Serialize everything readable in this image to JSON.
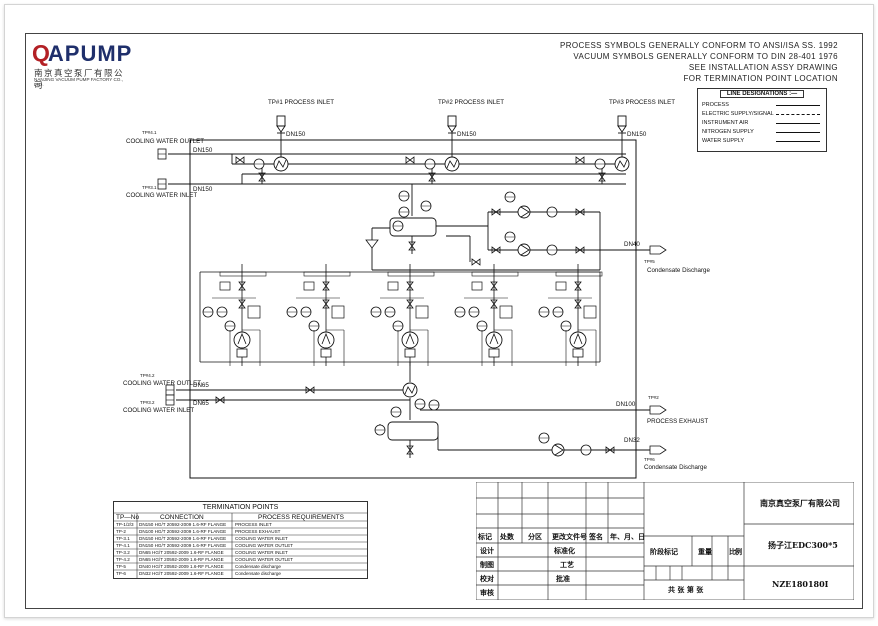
{
  "logo": {
    "mark": "Q",
    "name": "APUMP",
    "cn": "南京真空泵厂有限公司",
    "en": "NANJING VACUUM PUMP FACTORY CO., LTD."
  },
  "notes": {
    "line1": "PROCESS SYMBOLS GENERALLY CONFORM TO ANSI/ISA SS. 1992",
    "line2": "VACUUM SYMBOLS GENERALLY CONFORM TO DIN 28-401 1976",
    "line3": "SEE INSTALLATION ASSY DRAWING",
    "line4": "FOR TERMINATION POINT LOCATION"
  },
  "legend": {
    "title": "LINE DESIGNATIONS :—",
    "rows": [
      "PROCESS",
      "ELECTRIC SUPPLY/SIGNAL",
      "INSTRUMENT AIR",
      "NITROGEN SUPPLY",
      "WATER SUPPLY"
    ]
  },
  "diagram": {
    "inlet1": "TP#1  PROCESS INLET",
    "inlet2": "TP#2  PROCESS INLET",
    "inlet3": "TP#3  PROCESS INLET",
    "dn150": "DN150",
    "tp31": "TP#3.1",
    "tp41": "TP#4.1",
    "tp32": "TP#3.2",
    "tp42": "TP#4.2",
    "cw_outlet": "COOLING WATER OUTLET",
    "cw_inlet": "COOLING WATER INLET",
    "dn65": "DN65",
    "dn40": "DN40",
    "dn100": "DN100",
    "dn32": "DN32",
    "tp5": "TP#5",
    "tp6": "TP#6",
    "tp2": "TP#2",
    "condensate": "Condensate Discharge",
    "exhaust": "PROCESS EXHAUST"
  },
  "termination": {
    "title": "TERMINATION POINTS",
    "headers": [
      "TP—No",
      "CONNECTION",
      "PROCESS REQUIREMENTS"
    ],
    "rows": [
      [
        "TP-1/2/3",
        "DN150 HG/T 20592-2009 1.6-RF FLANGE",
        "PROCESS INLET"
      ],
      [
        "TP-2",
        "DN100 HG/T 20592-2009 1.6-RF FLANGE",
        "PROCESS EXHAUST"
      ],
      [
        "TP-3.1",
        "DN150 HG/T 20592-2009 1.6-RF FLANGE",
        "COOLING WATER INLET"
      ],
      [
        "TP-4.1",
        "DN150 HG/T 20592-2009 1.6-RF FLANGE",
        "COOLING WATER OUTLET"
      ],
      [
        "TP-3.2",
        "DN65 HG/T 20592-2009 1.6-RF FLANGE",
        "COOLING WATER INLET"
      ],
      [
        "TP-4.2",
        "DN65 HG/T 20592-2009 1.6-RF FLANGE",
        "COOLING WATER OUTLET"
      ],
      [
        "TP-5",
        "DN40 HG/T 20592-2009 1.6-RF FLANGE",
        "Condensate discharge"
      ],
      [
        "TP-6",
        "DN32 HG/T 20592-2009 1.6-RF FLANGE",
        "Condensate discharge"
      ]
    ]
  },
  "titleblock": {
    "company": "南京真空泵厂有限公司",
    "product": "扬子江EDC300*5",
    "number": "NZE180180I",
    "c_mark": "标记",
    "c_qty": "处数",
    "c_zone": "分区",
    "c_doc": "更改文件号",
    "c_sign": "签名",
    "c_date": "年、月、日",
    "c_design": "设计",
    "c_std": "标准化",
    "c_draw": "制图",
    "c_proc": "工艺",
    "c_check": "校对",
    "c_appr": "批准",
    "c_audit": "审核",
    "c_stage": "阶段标记",
    "c_weight": "重量",
    "c_scale": "比例",
    "c_sheets": "共 张  第 张"
  }
}
